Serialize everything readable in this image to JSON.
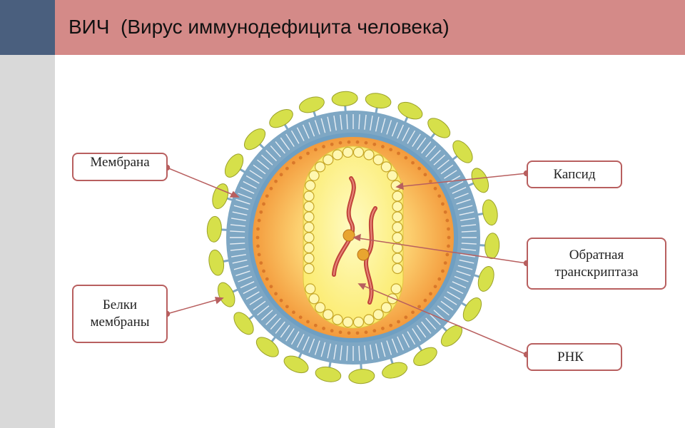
{
  "header": {
    "title": "ВИЧ  (Вирус иммунодефицита человека)"
  },
  "labels": {
    "membrane": "Мембрана",
    "membrane_proteins_line1": "Белки",
    "membrane_proteins_line2": "мембраны",
    "capsid": "Капсид",
    "reverse_transcriptase_line1": "Обратная",
    "reverse_transcriptase_line2": "транскриптаза",
    "rna": "РНК"
  },
  "colors": {
    "sidebar_dark": "#4a5f7e",
    "sidebar_light": "#d9d9d9",
    "title_bar": "#d48a88",
    "protein_green": "#d6e04a",
    "membrane_blue": "#7ea7c4",
    "core_orange": "#f5a545",
    "capsid_yellow": "#fcf08a",
    "rna_red": "#c0443a",
    "pointer": "#b85f5f"
  }
}
